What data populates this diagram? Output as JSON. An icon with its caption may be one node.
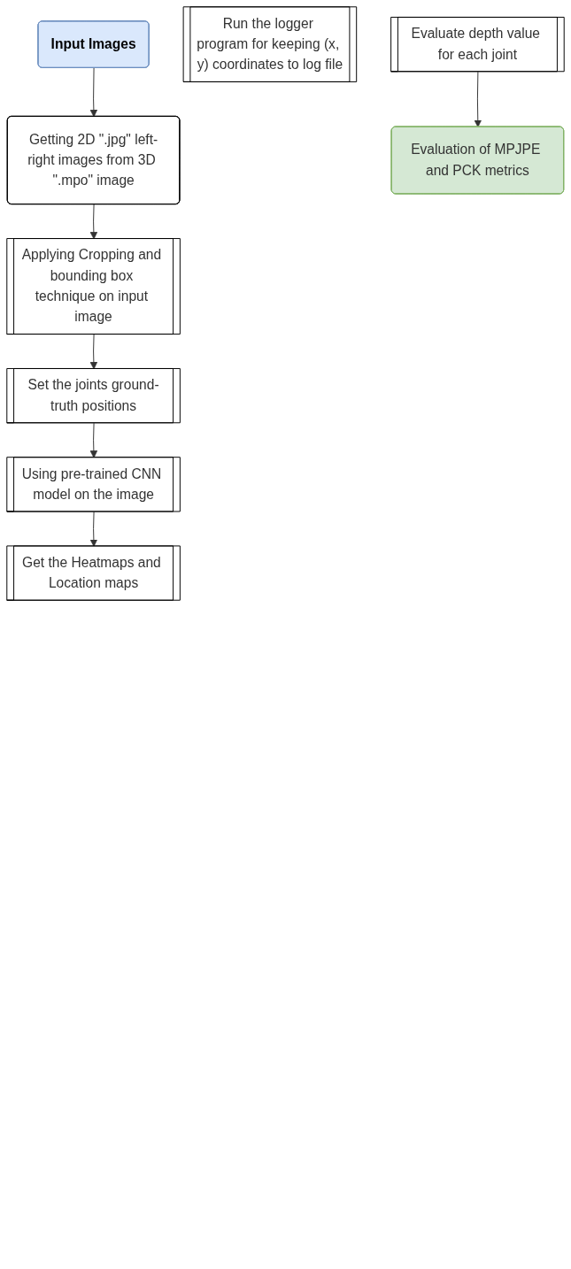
{
  "diagram": {
    "nodes": [
      {
        "text": [
          "Input Images"
        ]
      },
      {
        "text": [
          "Getting 2D \".jpg\" left-right images from 3D \".mpo\" image"
        ]
      },
      {
        "text": [
          "Applying Cropping and bounding box technique on input image"
        ]
      },
      {
        "text": [
          "Set the joints ground-truth positions"
        ]
      },
      {
        "text": [
          "Using pre-trained CNN model on the image"
        ]
      },
      {
        "text": [
          "Get the Heatmaps and Location maps"
        ]
      },
      {
        "text": [
          "Run the logger program for keeping (x, y) coordinates to log file"
        ]
      },
      {
        "text": [
          "Evaluate depth value for each joint"
        ]
      },
      {
        "text": [
          "Evaluation of MPJPE and PCK metrics"
        ]
      }
    ],
    "edges": [
      {
        "from": 0,
        "to": 1,
        "arrow": "to"
      },
      {
        "from": 1,
        "to": 2,
        "arrow": "to"
      },
      {
        "from": 2,
        "to": 3,
        "arrow": "to"
      },
      {
        "from": 3,
        "to": 4,
        "arrow": "to"
      },
      {
        "from": 4,
        "to": 5,
        "arrow": "to"
      },
      {
        "from": 7,
        "to": 8,
        "arrow": "to"
      }
    ]
  }
}
